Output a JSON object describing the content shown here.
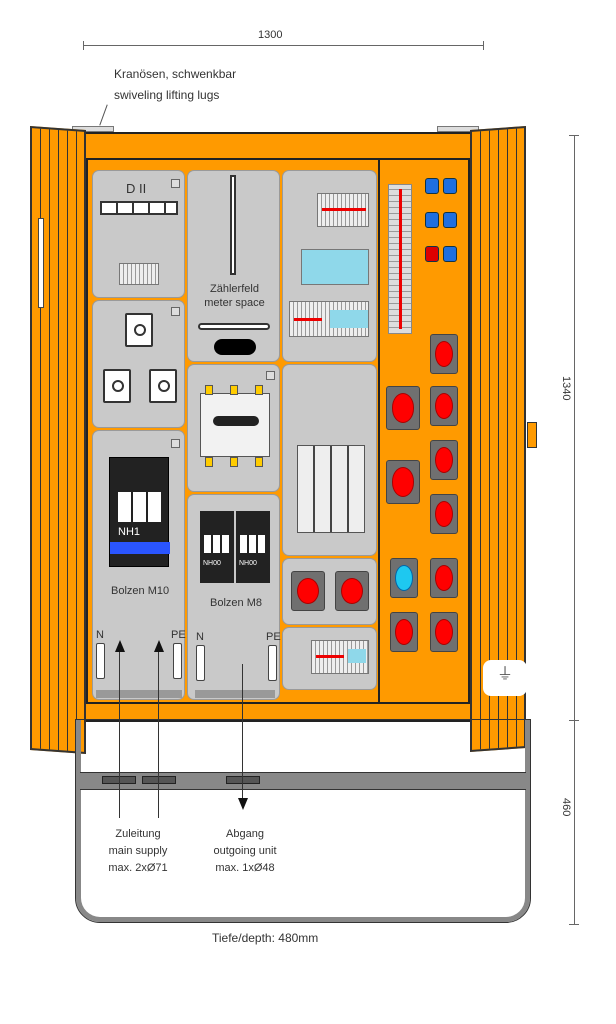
{
  "dimensions": {
    "width": "1300",
    "height_cabinet": "1340",
    "height_base": "460",
    "depth": "Tiefe/depth: 480mm"
  },
  "lifting_lugs": {
    "de": "Kranösen, schwenkbar",
    "en": "swiveling lifting lugs"
  },
  "panels": {
    "din_rail_label": "D II",
    "meter_de": "Zählerfeld",
    "meter_en": "meter space",
    "fuse_nh1": "NH1",
    "fuse_nh00_a": "NH00",
    "fuse_nh00_b": "NH00",
    "bolt_m10": "Bolzen M10",
    "bolt_m8": "Bolzen M8",
    "n1": "N",
    "pe1": "PE",
    "n2": "N",
    "pe2": "PE"
  },
  "supply": {
    "line1": "Zuleitung",
    "line2": "main supply",
    "line3": "max. 2xØ71"
  },
  "outgoing": {
    "line1": "Abgang",
    "line2": "outgoing unit",
    "line3": "max. 1xØ48"
  },
  "colors": {
    "cabinet": "#ff9a00",
    "panel": "#c9c9c9",
    "socket_red": "#ff0000",
    "socket_blue": "#1f6fe0"
  }
}
